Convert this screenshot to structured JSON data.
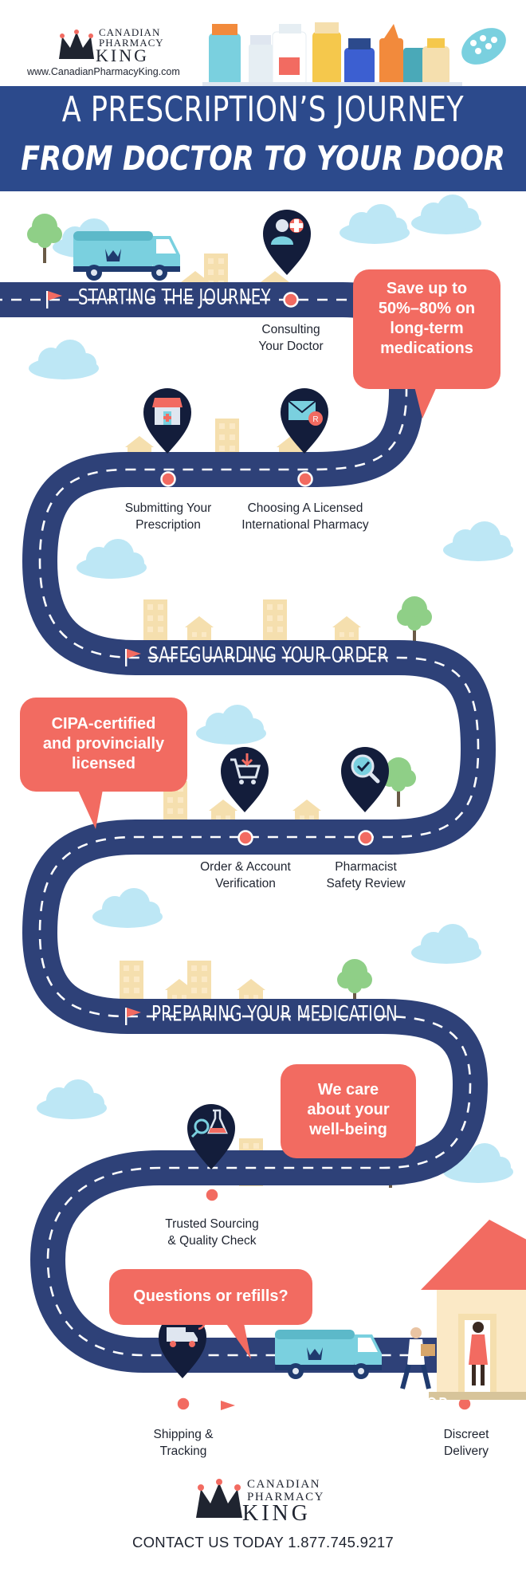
{
  "brand": {
    "line1": "CANADIAN",
    "line2": "PHARMACY",
    "line3": "KING",
    "url": "www.CanadianPharmacyKing.com"
  },
  "header": {
    "title_line1": "A PRESCRIPTION’S JOURNEY",
    "title_line2": "FROM DOCTOR TO YOUR DOOR"
  },
  "road_labels": {
    "start": "STARTING THE JOURNEY",
    "safeguard": "SAFEGUARDING YOUR ORDER",
    "preparing": "PREPARING YOUR MEDICATION",
    "delivery": "DELIVERY TO YOUR DOOR"
  },
  "stops": {
    "consulting": [
      "Consulting",
      "Your Doctor"
    ],
    "submitting": [
      "Submitting Your",
      "Prescription"
    ],
    "choosing": [
      "Choosing A Licensed",
      "International Pharmacy"
    ],
    "verification": [
      "Order & Account",
      "Verification"
    ],
    "review": [
      "Pharmacist",
      "Safety Review"
    ],
    "sourcing": [
      "Trusted Sourcing",
      "& Quality Check"
    ],
    "shipping": [
      "Shipping &",
      "Tracking"
    ],
    "discreet": [
      "Discreet",
      "Delivery"
    ]
  },
  "bubbles": {
    "save": [
      "Save up to",
      "50%–80% on",
      "long-term",
      "medications"
    ],
    "cipa": [
      "CIPA-certified",
      "and provincially",
      "licensed"
    ],
    "care": [
      "We care",
      "about your",
      "well-being"
    ],
    "questions": [
      "Questions or refills?"
    ]
  },
  "icons": {
    "consulting": "doctor-icon",
    "submitting": "pharmacy-store-icon",
    "choosing": "prescription-envelope-icon",
    "verification": "shopping-cart-icon",
    "review": "magnifier-check-icon",
    "sourcing": "lab-magnifier-icon",
    "shipping": "delivery-truck-icon"
  },
  "footer": {
    "contact": "CONTACT US TODAY 1.877.745.9217"
  },
  "colors": {
    "navy": "#2c4a8c",
    "road": "#2e4178",
    "coral": "#f26b61",
    "pin": "#131d3b",
    "sky": "#bde7f5",
    "building": "#f5dfae",
    "tree": "#8fcf87"
  }
}
